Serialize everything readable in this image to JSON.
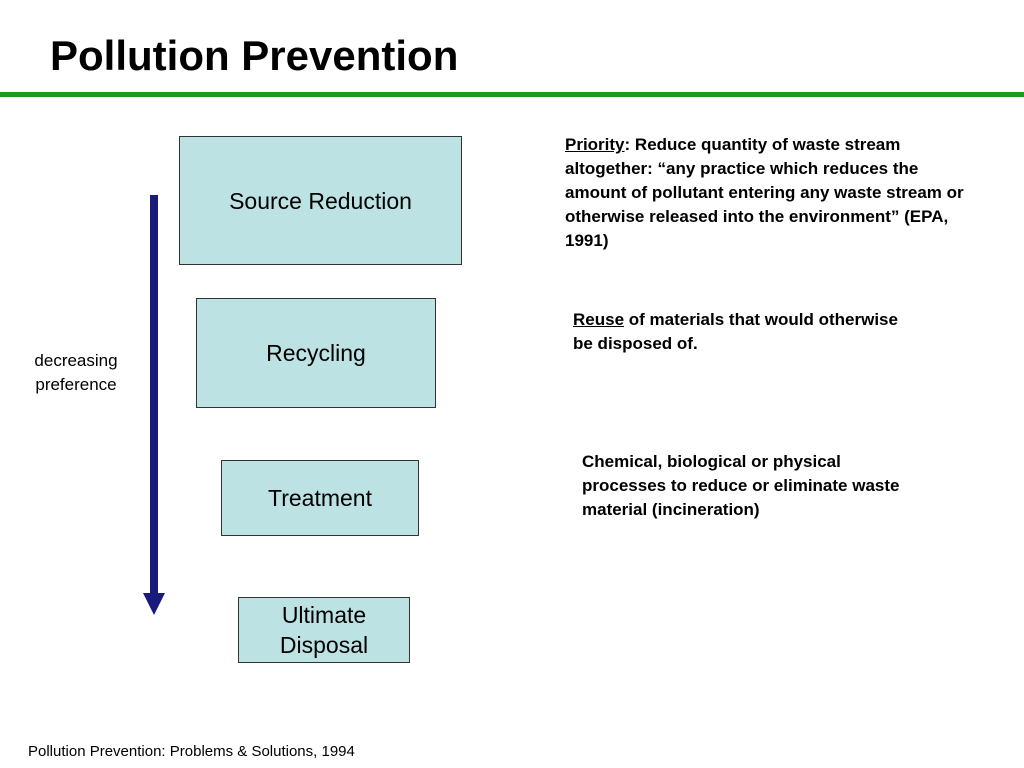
{
  "title": "Pollution Prevention",
  "colors": {
    "title_rule": "#1f9a1f",
    "box_fill": "#bde2e4",
    "box_border": "#333333",
    "arrow": "#1a1a7a"
  },
  "arrow_label": "decreasing\npreference",
  "hierarchy": [
    {
      "label": "Source Reduction"
    },
    {
      "label": "Recycling"
    },
    {
      "label": "Treatment"
    },
    {
      "label": "Ultimate Disposal"
    }
  ],
  "descriptions": {
    "priority": {
      "keyword": "Priority",
      "text": ": Reduce quantity of waste stream altogether:  “any practice which reduces the amount of pollutant entering any waste stream or otherwise released into the environment” (EPA, 1991)"
    },
    "reuse": {
      "keyword": "Reuse",
      "text": " of materials that would otherwise be disposed of."
    },
    "treatment": {
      "text": "Chemical, biological or physical processes to reduce or eliminate waste material (incineration)"
    }
  },
  "footer": "Pollution Prevention: Problems & Solutions, 1994"
}
